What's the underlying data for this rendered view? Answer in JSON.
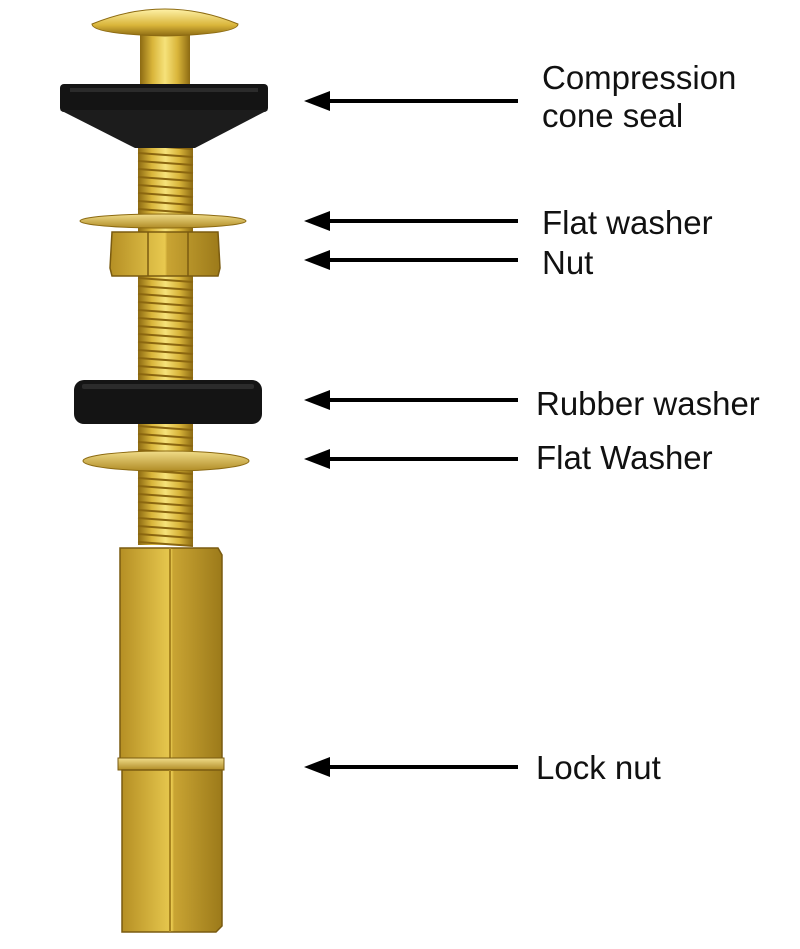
{
  "labels": {
    "compression_line1": "Compression",
    "compression_line2": "cone seal",
    "flat_washer_top": "Flat washer",
    "nut": "Nut",
    "rubber_washer": "Rubber washer",
    "flat_washer_bottom": "Flat Washer",
    "lock_nut": "Lock nut"
  },
  "colors": {
    "brass_light": "#f6e27a",
    "brass_mid": "#d9b53a",
    "brass_dark": "#8c6a12",
    "rubber": "#141414",
    "arrow": "#000000",
    "text": "#111111"
  }
}
